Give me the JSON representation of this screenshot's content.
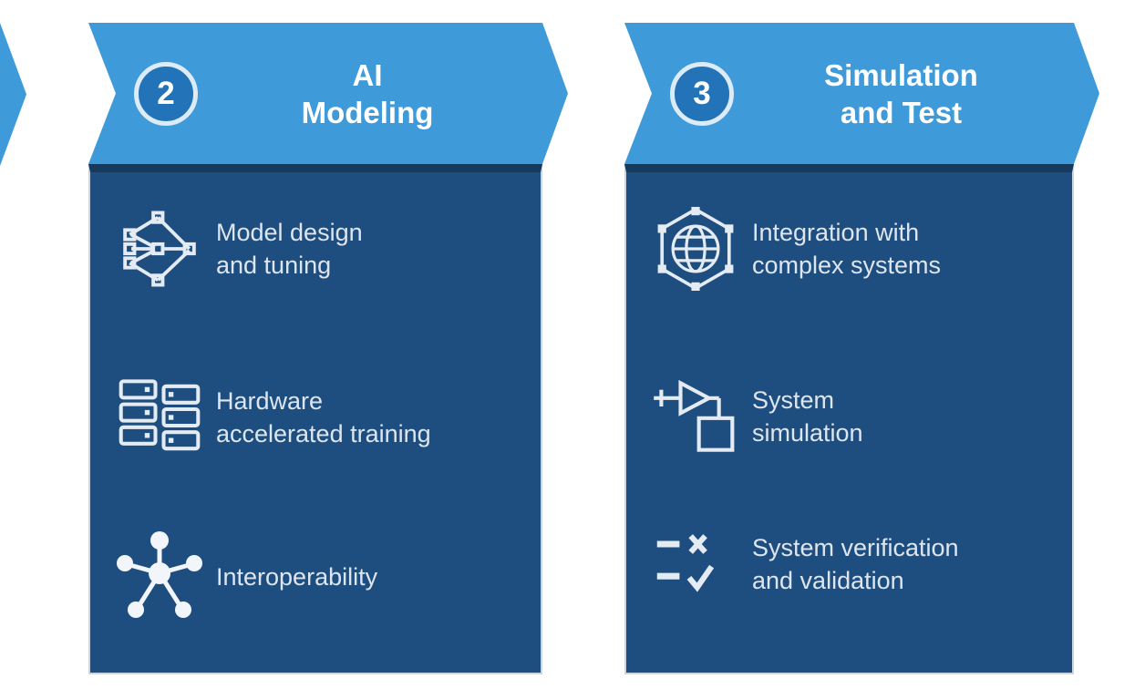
{
  "diagram": {
    "kind": "process-chevron-workflow",
    "palette": {
      "header_blue": "#3E9AD9",
      "number_circle_blue": "#2273B8",
      "number_ring": "#DCEBF6",
      "body_navy": "#1E4E7F",
      "body_top_strip": "#16395E",
      "body_border": "#C9D6E3",
      "header_text": "#FFFFFF",
      "item_text": "#DDE6EF"
    }
  },
  "steps": [
    {
      "number": "2",
      "title_lines": [
        "AI",
        "Modeling"
      ],
      "items": [
        {
          "icon": "neural-network-icon",
          "lines": [
            "Model design",
            "and tuning"
          ]
        },
        {
          "icon": "server-rack-icon",
          "lines": [
            "Hardware",
            "accelerated training"
          ]
        },
        {
          "icon": "hub-spoke-icon",
          "lines": [
            "Interoperability"
          ]
        }
      ]
    },
    {
      "number": "3",
      "title_lines": [
        "Simulation",
        "and Test"
      ],
      "items": [
        {
          "icon": "hexagon-network-icon",
          "lines": [
            "Integration with",
            "complex systems"
          ]
        },
        {
          "icon": "simulation-block-icon",
          "lines": [
            "System",
            "simulation"
          ]
        },
        {
          "icon": "verification-check-icon",
          "lines": [
            "System verification",
            "and validation"
          ]
        }
      ]
    }
  ]
}
